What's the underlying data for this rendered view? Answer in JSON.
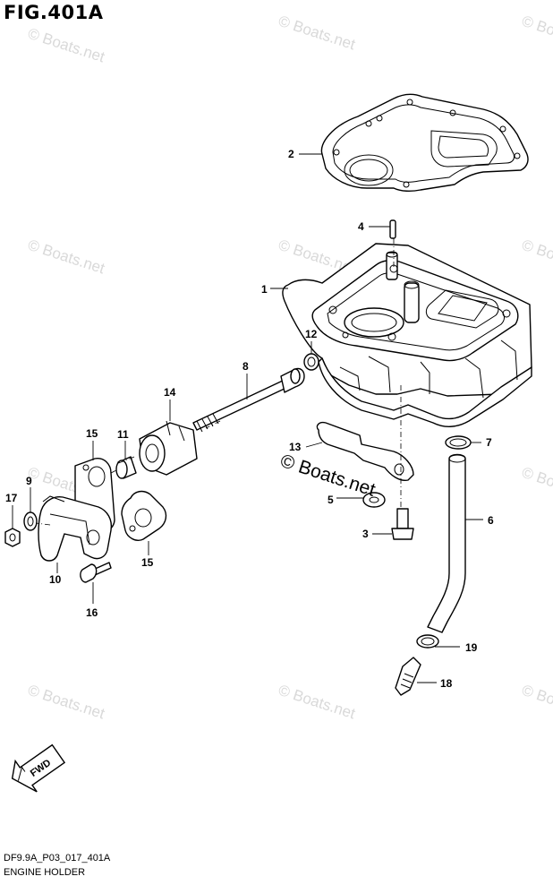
{
  "figure": {
    "title": "FIG.401A",
    "code": "DF9.9A_P03_017_401A",
    "name": "ENGINE HOLDER"
  },
  "watermark": {
    "text": "© Boats.net",
    "bold_text": "© Boats.net"
  },
  "fwd_label": "FWD",
  "callouts": {
    "c1": "1",
    "c2": "2",
    "c3": "3",
    "c4": "4",
    "c5": "5",
    "c6": "6",
    "c7": "7",
    "c8": "8",
    "c9": "9",
    "c10": "10",
    "c11": "11",
    "c12": "12",
    "c13": "13",
    "c14": "14",
    "c15a": "15",
    "c15b": "15",
    "c16": "16",
    "c17": "17",
    "c18": "18",
    "c19": "19"
  },
  "colors": {
    "ink": "#000000",
    "watermark": "#d9d9d9",
    "background": "#ffffff"
  }
}
